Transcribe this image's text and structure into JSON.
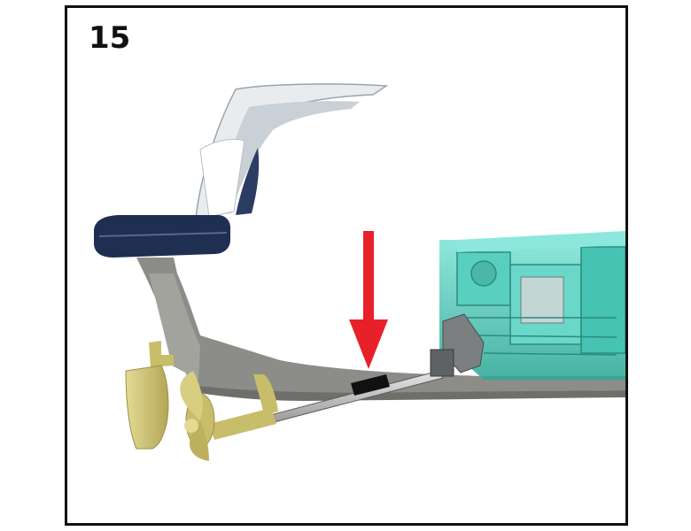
{
  "panel": {
    "step_number": "15"
  },
  "illustration": {
    "parts": [
      "hull",
      "cabin-roof",
      "keel",
      "rudder",
      "propeller",
      "propeller-shaft",
      "shaft-coupling",
      "engine",
      "pointer-arrow"
    ],
    "colors": {
      "hull_gray": "#8c8c88",
      "hull_dark": "#6e6e6a",
      "navy": "#1f2f52",
      "brass": "#c8bd6a",
      "engine_teal": "#3fc2b2",
      "arrow_red": "#e8202a",
      "coupling_black": "#111111",
      "frame_border": "#111111"
    }
  }
}
